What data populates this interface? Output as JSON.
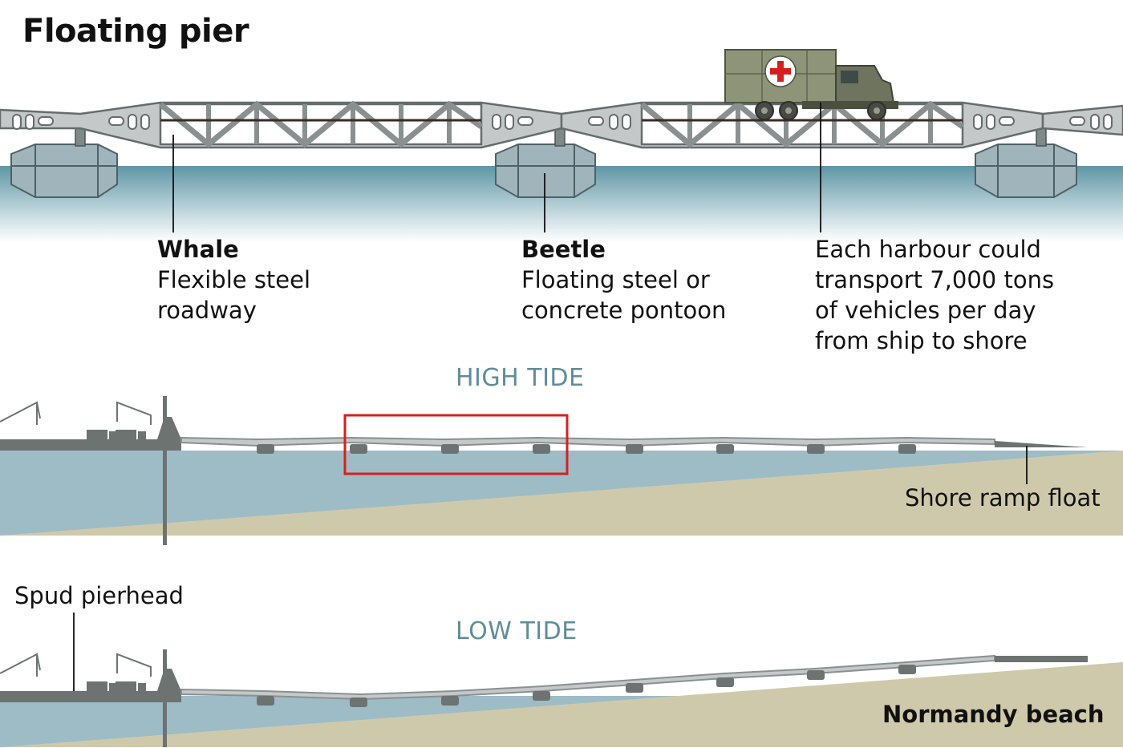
{
  "title": "Floating pier",
  "labels": {
    "whale": {
      "name": "Whale",
      "desc_line1": "Flexible steel",
      "desc_line2": "roadway"
    },
    "beetle": {
      "name": "Beetle",
      "desc_line1": "Floating steel or",
      "desc_line2": "concrete pontoon"
    },
    "capacity": {
      "line1": "Each harbour could",
      "line2": "transport 7,000 tons",
      "line3": "of vehicles per day",
      "line4": "from ship to shore"
    },
    "high_tide": "HIGH TIDE",
    "low_tide": "LOW TIDE",
    "shore_ramp": "Shore ramp float",
    "spud_pierhead": "Spud pierhead",
    "beach": "Normandy beach"
  },
  "colors": {
    "water": "#9dbcc6",
    "sea_top": "#5f96a6",
    "sand": "#cfc9ac",
    "steel": "#c3c7c8",
    "steel_dark": "#6f7574",
    "callout_box": "#d62020",
    "truck_body": "#8e9478",
    "red_cross": "#d62020"
  },
  "icons": {
    "truck": "ambulance-truck-icon",
    "cross": "red-cross-icon",
    "crane": "crane-icon"
  }
}
